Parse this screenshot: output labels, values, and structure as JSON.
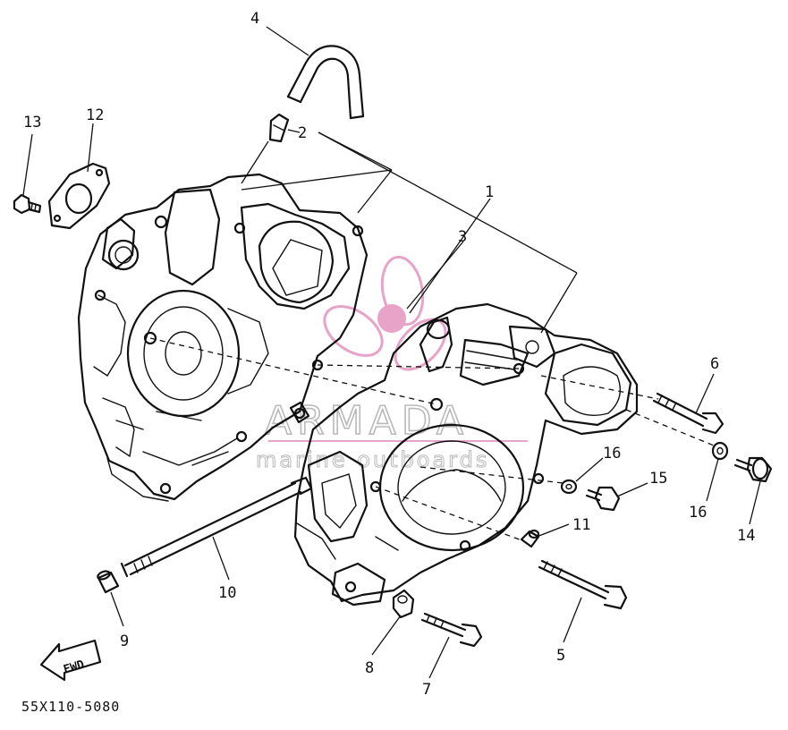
{
  "diagram": {
    "part_code": "55X110-5080",
    "fwd_label": "FWD",
    "watermark": {
      "brand": "ARMADA",
      "tagline": "marine outboards",
      "accent_color": "#e8a3c8"
    },
    "callouts": [
      "1",
      "2",
      "3",
      "4",
      "5",
      "6",
      "7",
      "8",
      "9",
      "10",
      "11",
      "12",
      "13",
      "14",
      "15",
      "16",
      "16"
    ]
  }
}
